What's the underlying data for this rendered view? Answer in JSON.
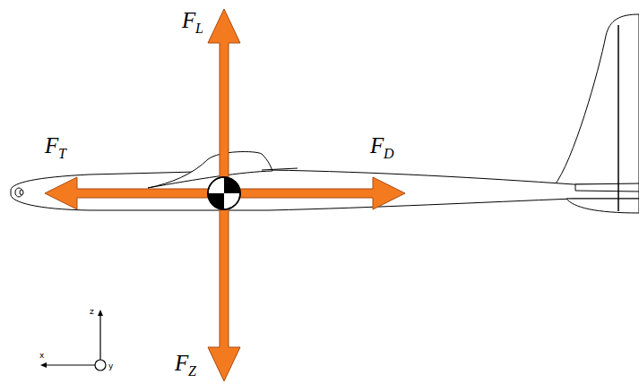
{
  "diagram": {
    "labels": [
      "F",
      "L",
      "F",
      "T",
      "F",
      "D",
      "F",
      "Z",
      "z",
      "x",
      "y"
    ]
  }
}
